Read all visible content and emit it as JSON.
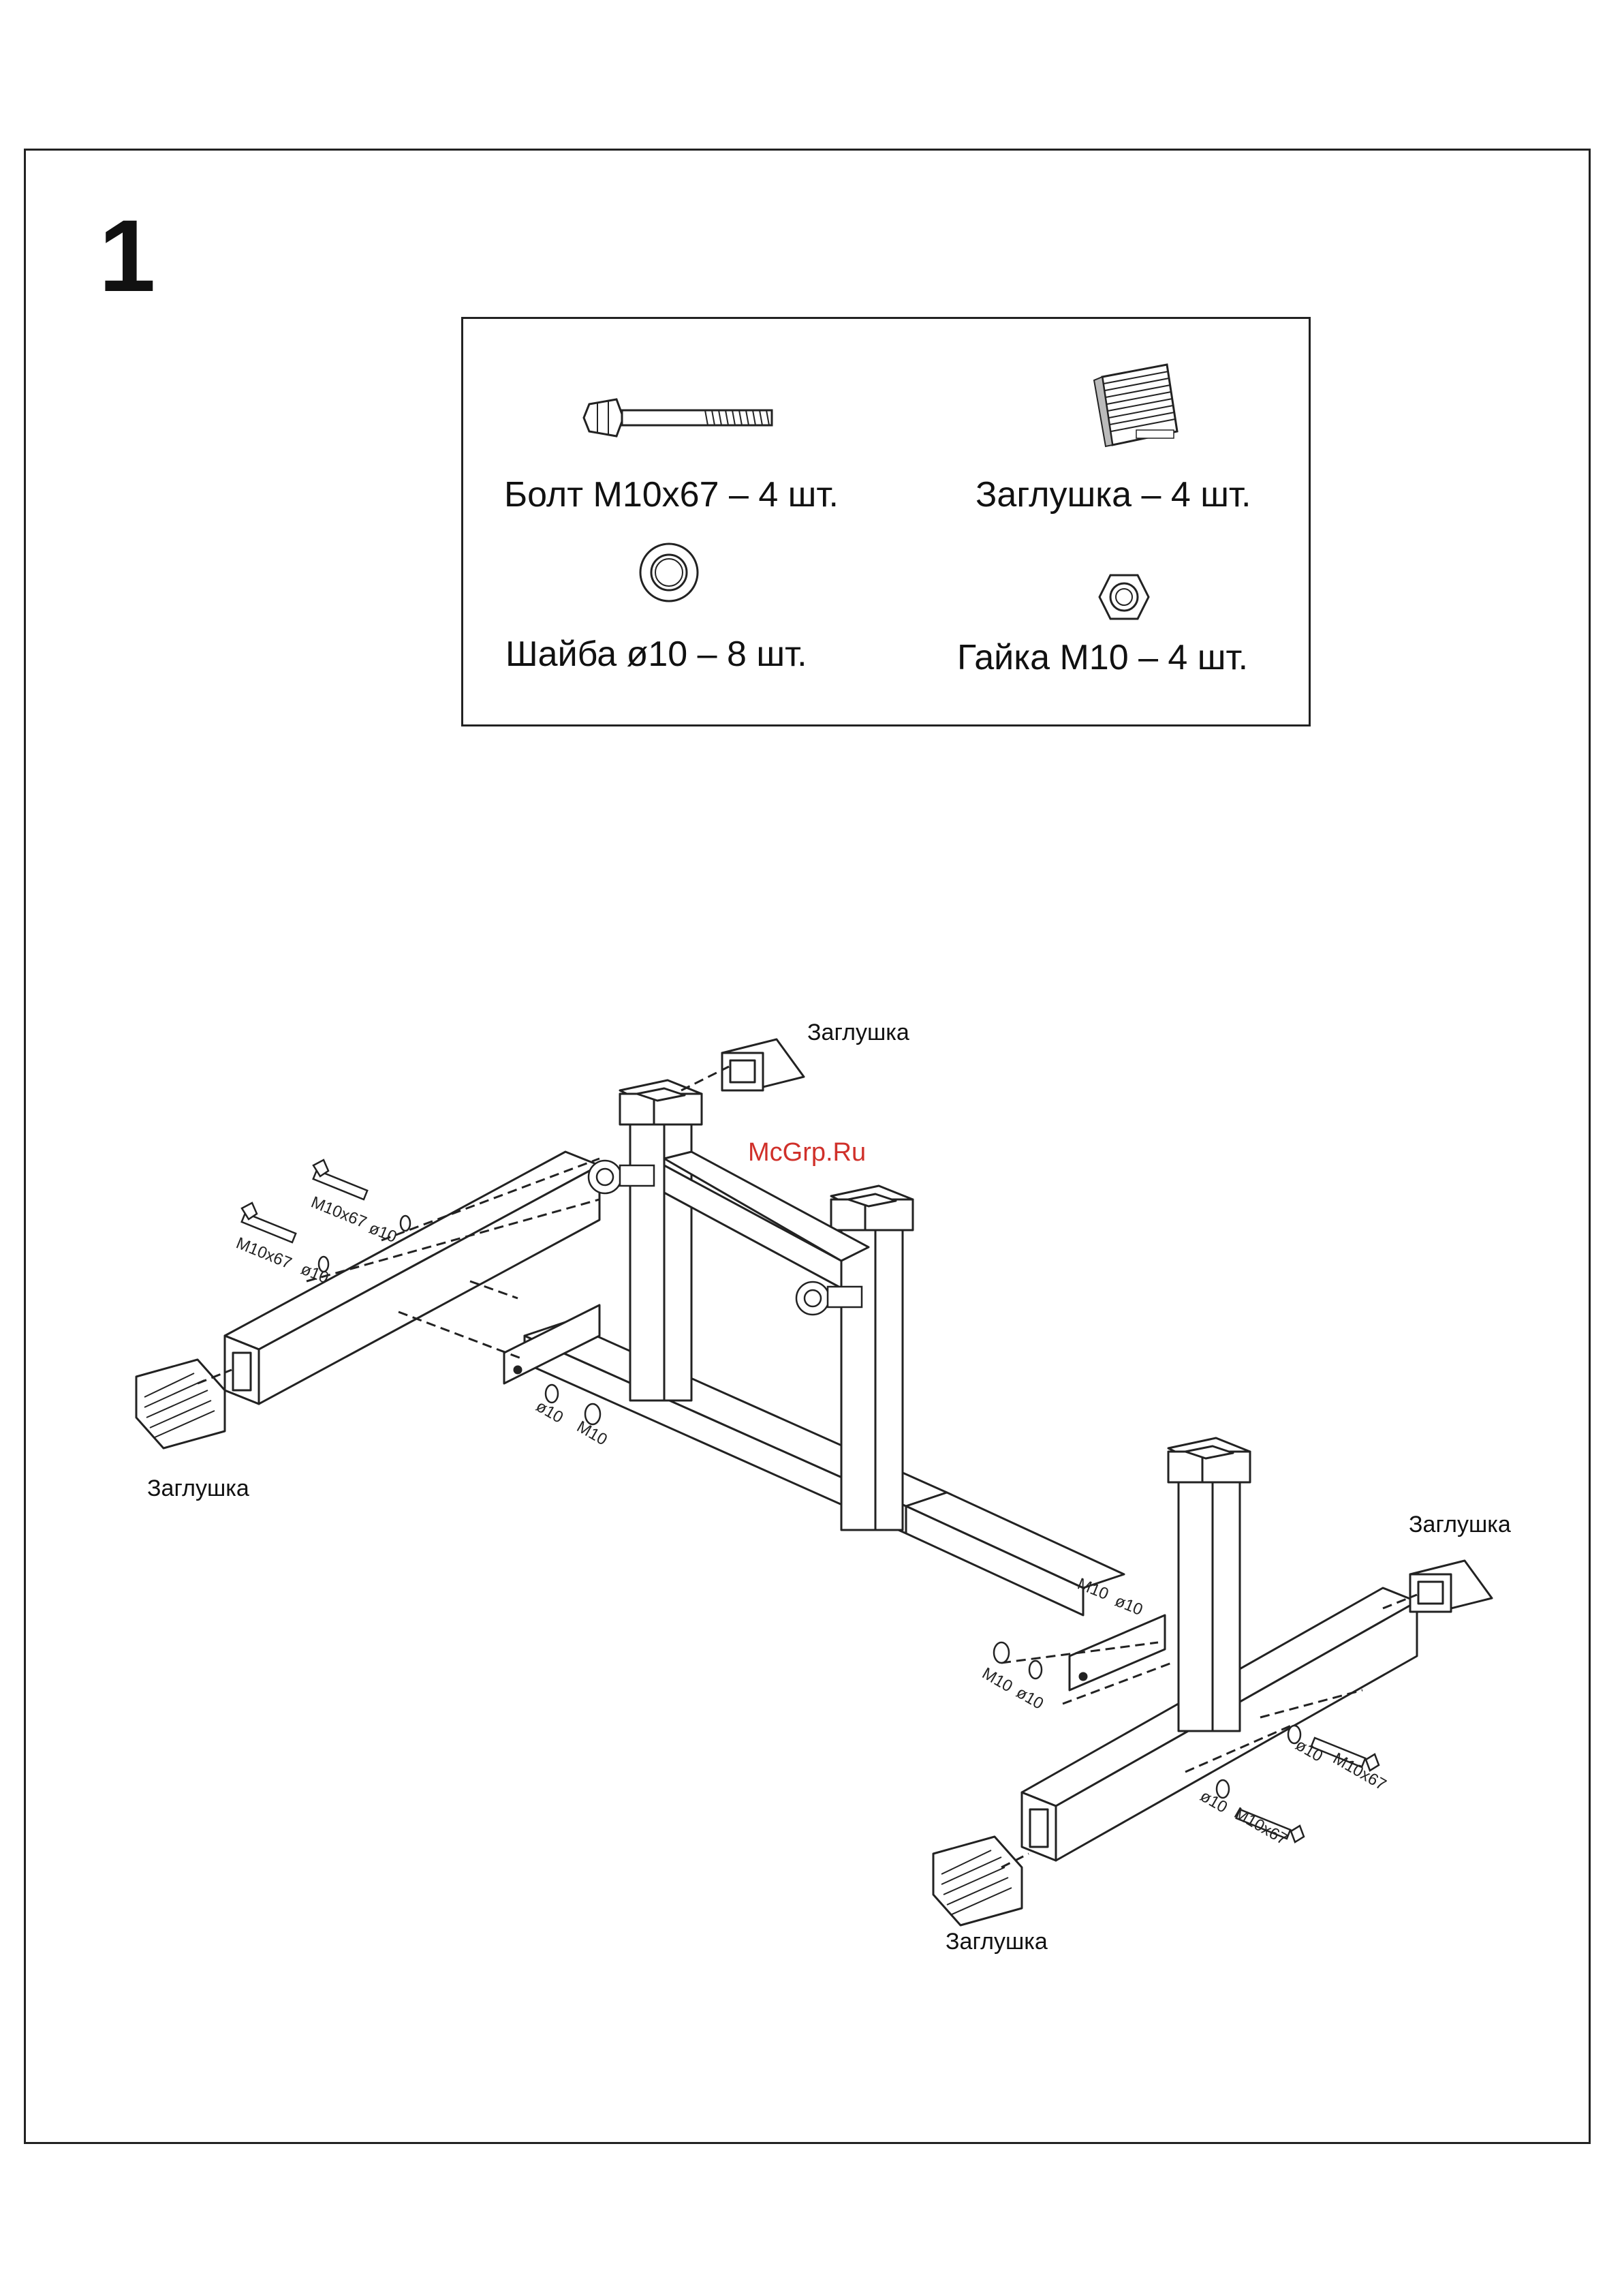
{
  "step": {
    "number": "1"
  },
  "parts": {
    "bolt": {
      "label": "Болт М10х67 – 4 шт.",
      "icon": "bolt-icon"
    },
    "cap": {
      "label": "Заглушка – 4 шт.",
      "icon": "end-cap-icon"
    },
    "washer": {
      "label": "Шайба ø10 – 8 шт.",
      "icon": "washer-icon"
    },
    "nut": {
      "label": "Гайка М10 – 4 шт.",
      "icon": "nut-icon"
    }
  },
  "callouts": {
    "cap_top": "Заглушка",
    "cap_left": "Заглушка",
    "cap_right": "Заглушка",
    "cap_bottom": "Заглушка"
  },
  "fastener_labels": {
    "bolt": "M10x67",
    "washer": "ø10",
    "nut": "M10"
  },
  "watermark": "McGrp.Ru"
}
